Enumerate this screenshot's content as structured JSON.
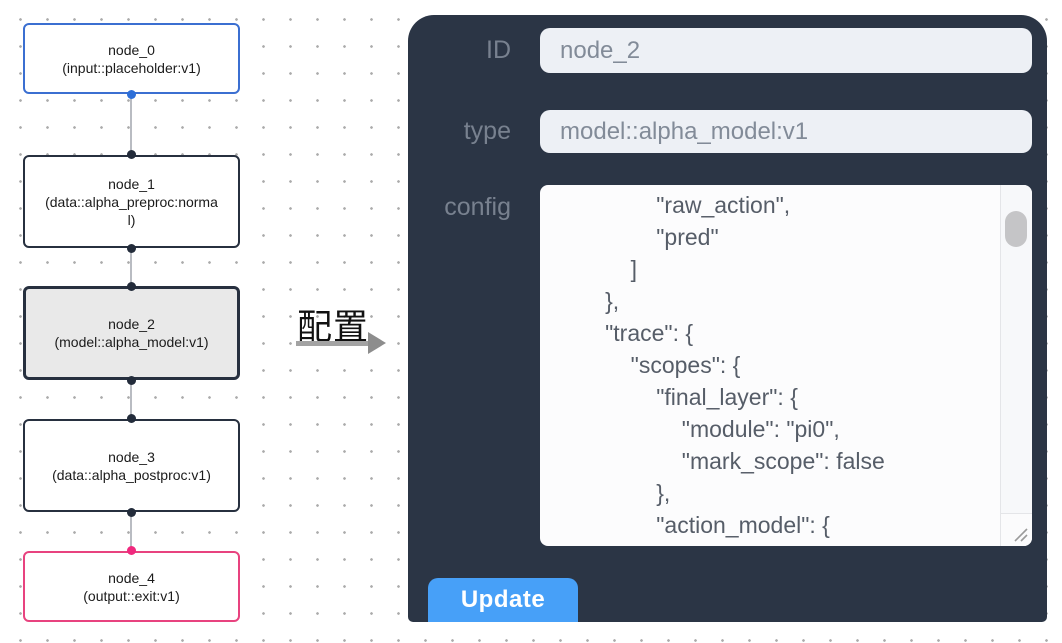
{
  "flow": {
    "arrow_label": "配置",
    "nodes": [
      {
        "name": "node_0",
        "type": "(input::placeholder:v1)"
      },
      {
        "name": "node_1",
        "type": "(data::alpha_preproc:normal)"
      },
      {
        "name": "node_2",
        "type": "(model::alpha_model:v1)"
      },
      {
        "name": "node_3",
        "type": "(data::alpha_postproc:v1)"
      },
      {
        "name": "node_4",
        "type": "(output::exit:v1)"
      }
    ]
  },
  "panel": {
    "id_label": "ID",
    "id_value": "node_2",
    "type_label": "type",
    "type_value": "model::alpha_model:v1",
    "config_label": "config",
    "config_text": "                \"raw_action\",\n                \"pred\"\n            ]\n        },\n        \"trace\": {\n            \"scopes\": {\n                \"final_layer\": {\n                    \"module\": \"pi0\",\n                    \"mark_scope\": false\n                },\n                \"action_model\": {",
    "update_label": "Update"
  },
  "colors": {
    "input_node_border": "#3b6fd1",
    "default_node_border": "#27303f",
    "selected_node_fill": "#e9e9e9",
    "output_node_border": "#e8437f",
    "input_port": "#2e6fd8",
    "default_port": "#232c3b",
    "output_port": "#f0297e",
    "panel_background": "#2b3545",
    "update_button_blue": "#47a0f8"
  }
}
